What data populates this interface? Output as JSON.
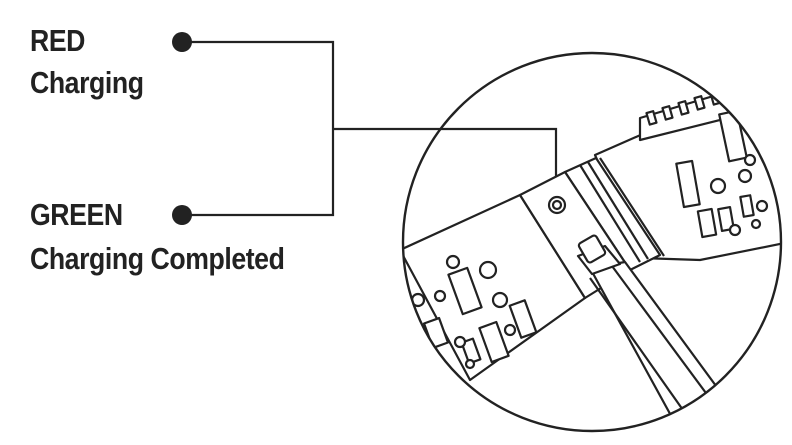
{
  "labels": {
    "red": {
      "title": "RED",
      "subtitle": "Charging"
    },
    "green": {
      "title": "GREEN",
      "subtitle": "Charging Completed"
    }
  },
  "colors": {
    "ink": "#222222",
    "background": "#ffffff"
  },
  "icons": [
    "callout-dot-icon",
    "indicator-led-icon",
    "charging-cable-icon"
  ]
}
